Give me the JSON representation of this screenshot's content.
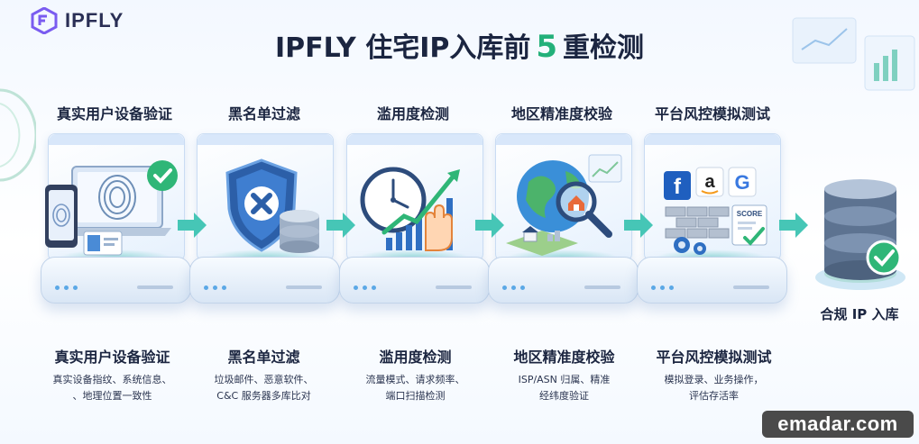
{
  "brand": {
    "name": "IPFLY"
  },
  "title": {
    "prefix": "IPFLY 住宅IP入库前",
    "number": "5",
    "suffix": "重检测"
  },
  "colors": {
    "accent_green": "#23b07a",
    "text_dark": "#1b2540",
    "arrow": "#46c6b6"
  },
  "steps": [
    {
      "title": "真实用户设备验证",
      "lines": [
        "真实设备指纹、系统信息、",
        "、地理位置一致性"
      ],
      "icon": "fingerprint-device-icon"
    },
    {
      "title": "黑名单过滤",
      "lines": [
        "垃圾邮件、恶意软件、",
        "C&C 服务器多库比对"
      ],
      "icon": "shield-block-icon"
    },
    {
      "title": "滥用度检测",
      "lines": [
        "流量模式、请求频率、",
        "端口扫描检测"
      ],
      "icon": "clock-chart-icon"
    },
    {
      "title": "地区精准度校验",
      "lines": [
        "ISP/ASN 归属、精准",
        "经纬度验证"
      ],
      "icon": "globe-magnifier-icon"
    },
    {
      "title": "平台风控模拟测试",
      "lines": [
        "模拟登录、业务操作，",
        "评估存活率"
      ],
      "icon": "platform-firewall-icon"
    }
  ],
  "final": {
    "label": "合规 IP 入库",
    "icon": "database-check-icon"
  },
  "platform_logos": [
    "f",
    "a",
    "G"
  ],
  "score_label": "SCORE",
  "watermark": "emadar.com"
}
